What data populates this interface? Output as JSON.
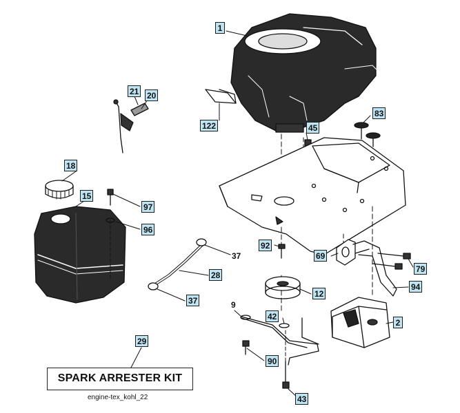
{
  "callouts": {
    "engine": "1",
    "dipstick_bolt": "21",
    "dipstick": "20",
    "tube_seal": "122",
    "cap": "18",
    "tank": "15",
    "screw_tank": "97",
    "washer_tank": "96",
    "nut_engine": "45",
    "knob": "83",
    "fuel_line": "28",
    "clamp_top": "37",
    "clamp_bottom": "37",
    "bolt_frame": "92",
    "gasket": "69",
    "bolts_muffler": "79",
    "pulley": "12",
    "pipe": "94",
    "muffler": "2",
    "bracket": "9",
    "washer_pulley": "42",
    "screw_bracket": "90",
    "kit": "29",
    "bolt_long": "43"
  },
  "kit_label": "SPARK ARRESTER KIT",
  "caption": "engine-tex_kohl_22"
}
